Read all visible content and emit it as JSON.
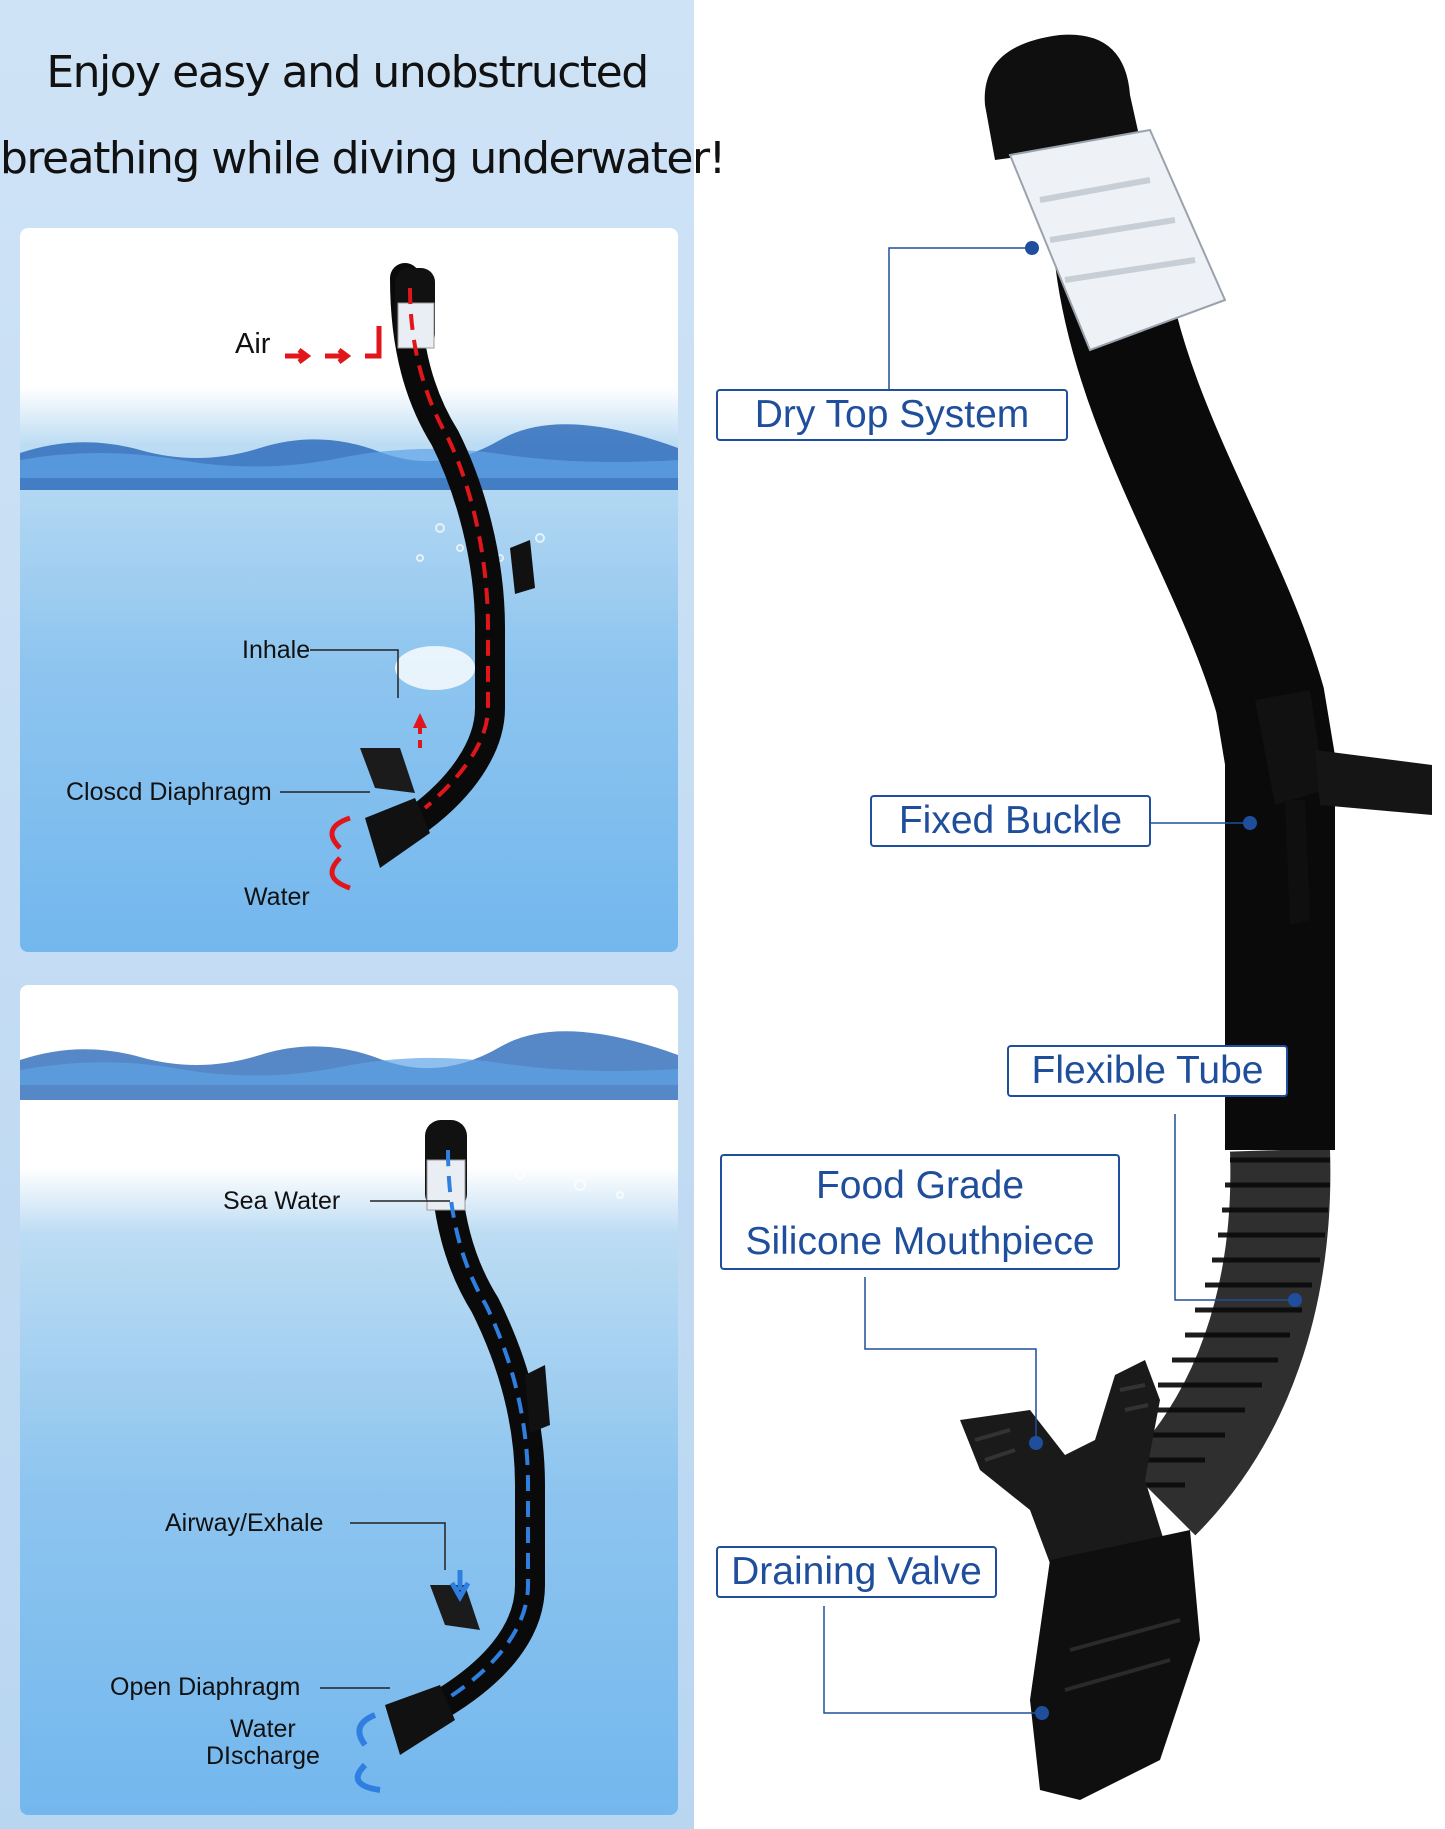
{
  "headline": {
    "line1": "Enjoy easy and unobstructed",
    "line2": "breathing while diving underwater!"
  },
  "panel_top": {
    "labels": {
      "air": "Air",
      "inhale": "Inhale",
      "closed_diaphragm": "Closcd Diaphragm",
      "water": "Water"
    }
  },
  "panel_bottom": {
    "labels": {
      "sea_water": "Sea Water",
      "airway_exhale": "Airway/Exhale",
      "open_diaphragm": "Open Diaphragm",
      "water_discharge_1": "Water",
      "water_discharge_2": "DIscharge"
    }
  },
  "features": {
    "dry_top": "Dry Top System",
    "fixed_buckle": "Fixed Buckle",
    "flexible_tube": "Flexible Tube",
    "mouthpiece_1": "Food Grade",
    "mouthpiece_2": "Silicone Mouthpiece",
    "draining_valve": "Draining Valve"
  },
  "colors": {
    "label_blue": "#1f4e9c",
    "air_red": "#e0161b",
    "water_blue": "#2f7fe0",
    "snorkel_black": "#0a0a0a"
  }
}
